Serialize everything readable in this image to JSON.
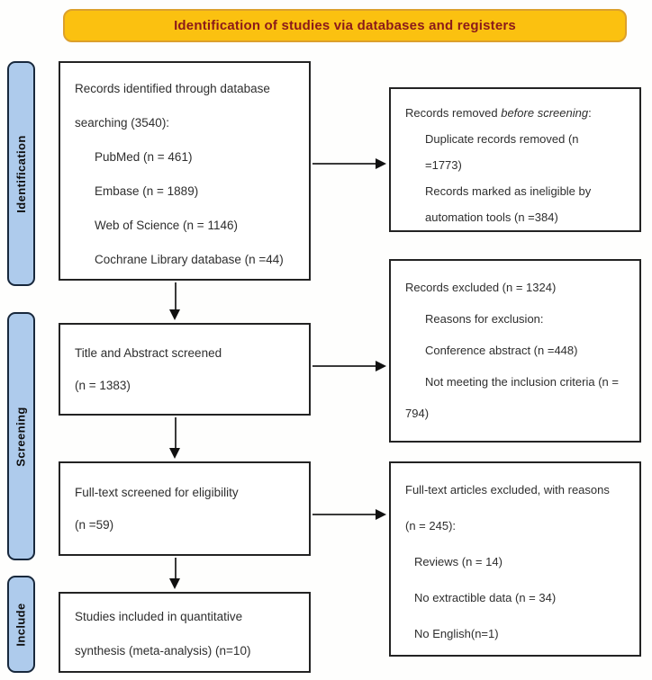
{
  "header": {
    "title": "Identification of studies via databases and registers"
  },
  "stages": {
    "identification": "Identification",
    "screening": "Screening",
    "include": "Include"
  },
  "boxes": {
    "identified": {
      "lines": [
        "Records identified through database",
        "searching (3540):"
      ],
      "items": [
        "PubMed (n = 461)",
        "Embase (n = 1889)",
        "Web of Science (n = 1146)",
        "Cochrane Library database (n =44)"
      ]
    },
    "title_abstract": {
      "lines": [
        "Title and Abstract screened",
        "(n = 1383)"
      ]
    },
    "fulltext_screened": {
      "lines": [
        "Full-text screened for eligibility",
        "(n =59)"
      ]
    },
    "included": {
      "lines": [
        "Studies included in quantitative",
        "synthesis (meta-analysis) (n=10)"
      ]
    },
    "records_removed": {
      "title_prefix": "Records removed ",
      "title_italic": "before screening",
      "title_suffix": ":",
      "item_lines": [
        "Duplicate records removed (n",
        "=1773)",
        "Records marked as ineligible by",
        "automation tools (n =384)"
      ]
    },
    "records_excluded": {
      "title": "Records excluded (n = 1324)",
      "item_lines": [
        "Reasons for exclusion:",
        "Conference abstract (n =448)",
        "Not meeting the inclusion criteria (n =",
        "794)"
      ]
    },
    "fulltext_excluded": {
      "lines": [
        "Full-text articles excluded, with reasons",
        "(n = 245):"
      ],
      "item_lines": [
        "Reviews (n = 14)",
        "No extractible data (n = 34)",
        "No English(n=1)"
      ]
    }
  },
  "colors": {
    "banner_bg": "#FBC110",
    "banner_border": "#DCA02C",
    "banner_text": "#8B1A1A",
    "stage_bg": "#AECBEC",
    "stage_border": "#18283C",
    "box_border": "#232323"
  }
}
